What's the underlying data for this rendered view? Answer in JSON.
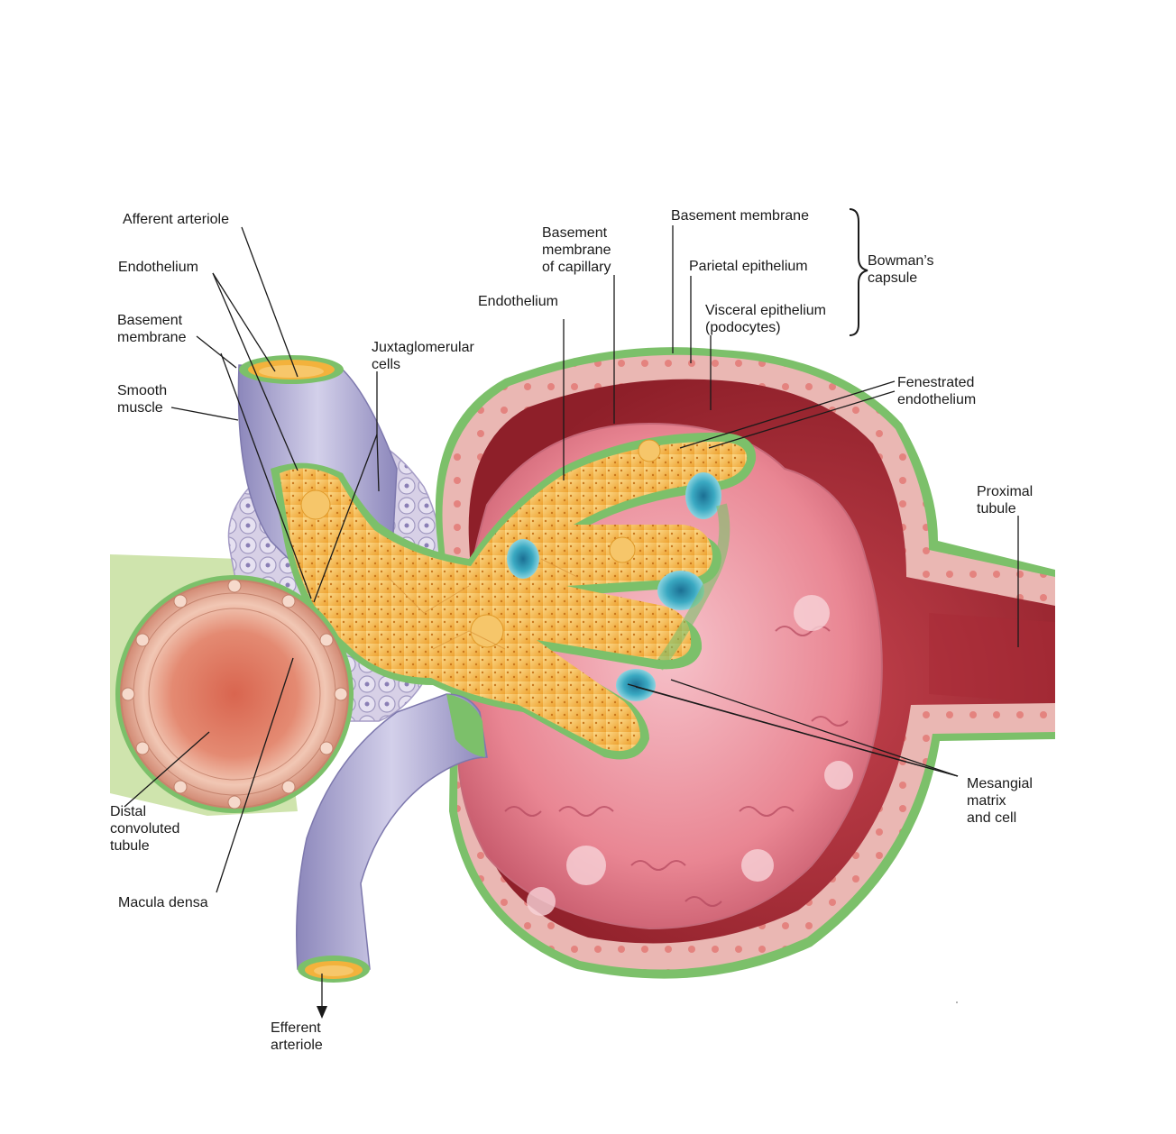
{
  "labels": {
    "afferent_arteriole": [
      "Afferent arteriole"
    ],
    "endothelium_left": [
      "Endothelium"
    ],
    "basement_membrane_left": [
      "Basement",
      "membrane"
    ],
    "smooth_muscle": [
      "Smooth",
      "muscle"
    ],
    "juxtaglomerular_cells": [
      "Juxtaglomerular",
      "cells"
    ],
    "basement_membrane_capillary": [
      "Basement",
      "membrane",
      "of capillary"
    ],
    "endothelium_center": [
      "Endothelium"
    ],
    "basement_membrane_top": [
      "Basement membrane"
    ],
    "parietal_epithelium": [
      "Parietal epithelium"
    ],
    "visceral_epithelium": [
      "Visceral epithelium",
      "(podocytes)"
    ],
    "bowmans_capsule": [
      "Bowman’s",
      "capsule"
    ],
    "fenestrated_endothelium": [
      "Fenestrated",
      "endothelium"
    ],
    "proximal_tubule": [
      "Proximal",
      "tubule"
    ],
    "mesangial": [
      "Mesangial",
      "matrix",
      "and cell"
    ],
    "distal_tubule": [
      "Distal",
      "convoluted",
      "tubule"
    ],
    "macula_densa": [
      "Macula densa"
    ],
    "efferent_arteriole": [
      "Efferent",
      "arteriole"
    ]
  },
  "colors": {
    "capsule_outer": "#e3a0a3",
    "capsule_space": "#b8343c",
    "capsule_space_dark": "#8e1f29",
    "basement_green": "#7cc06a",
    "glomerulus": "#e98693",
    "glomerulus_light": "#f4b7c0",
    "capillary_orange": "#f3b23c",
    "capillary_light": "#fbd98a",
    "mesangial_blue": "#3aa9c2",
    "smooth_muscle": "#b7b3d8",
    "smooth_muscle_dark": "#8c87bb",
    "jg_cells": "#c9c1dc",
    "tubule_salmon": "#e9a28b",
    "tubule_inner": "#d9654f",
    "background_green": "#c8e0a8"
  }
}
